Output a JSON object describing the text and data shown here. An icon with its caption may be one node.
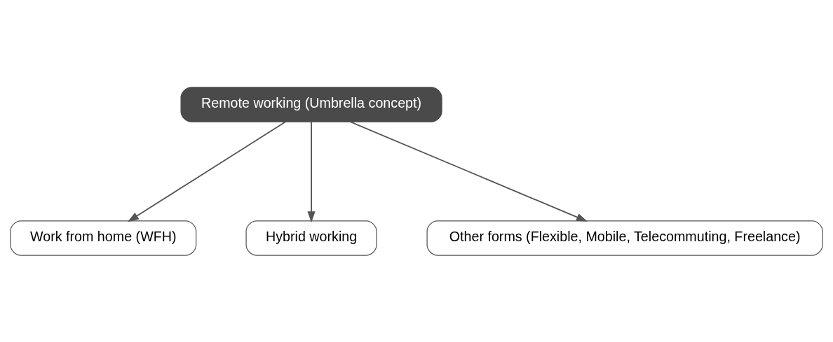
{
  "diagram": {
    "nodes": [
      {
        "text": [
          "Remote working (Umbrella concept)"
        ]
      },
      {
        "text": [
          "Work from home (WFH)"
        ]
      },
      {
        "text": [
          "Hybrid working"
        ]
      },
      {
        "text": [
          "Other forms (Flexible, Mobile, Telecommuting, Freelance)"
        ]
      }
    ],
    "edges": [
      {
        "from": 0,
        "to": 1,
        "arrow": "to"
      },
      {
        "from": 0,
        "to": 2,
        "arrow": "to"
      },
      {
        "from": 0,
        "to": 3,
        "arrow": "to"
      }
    ]
  }
}
